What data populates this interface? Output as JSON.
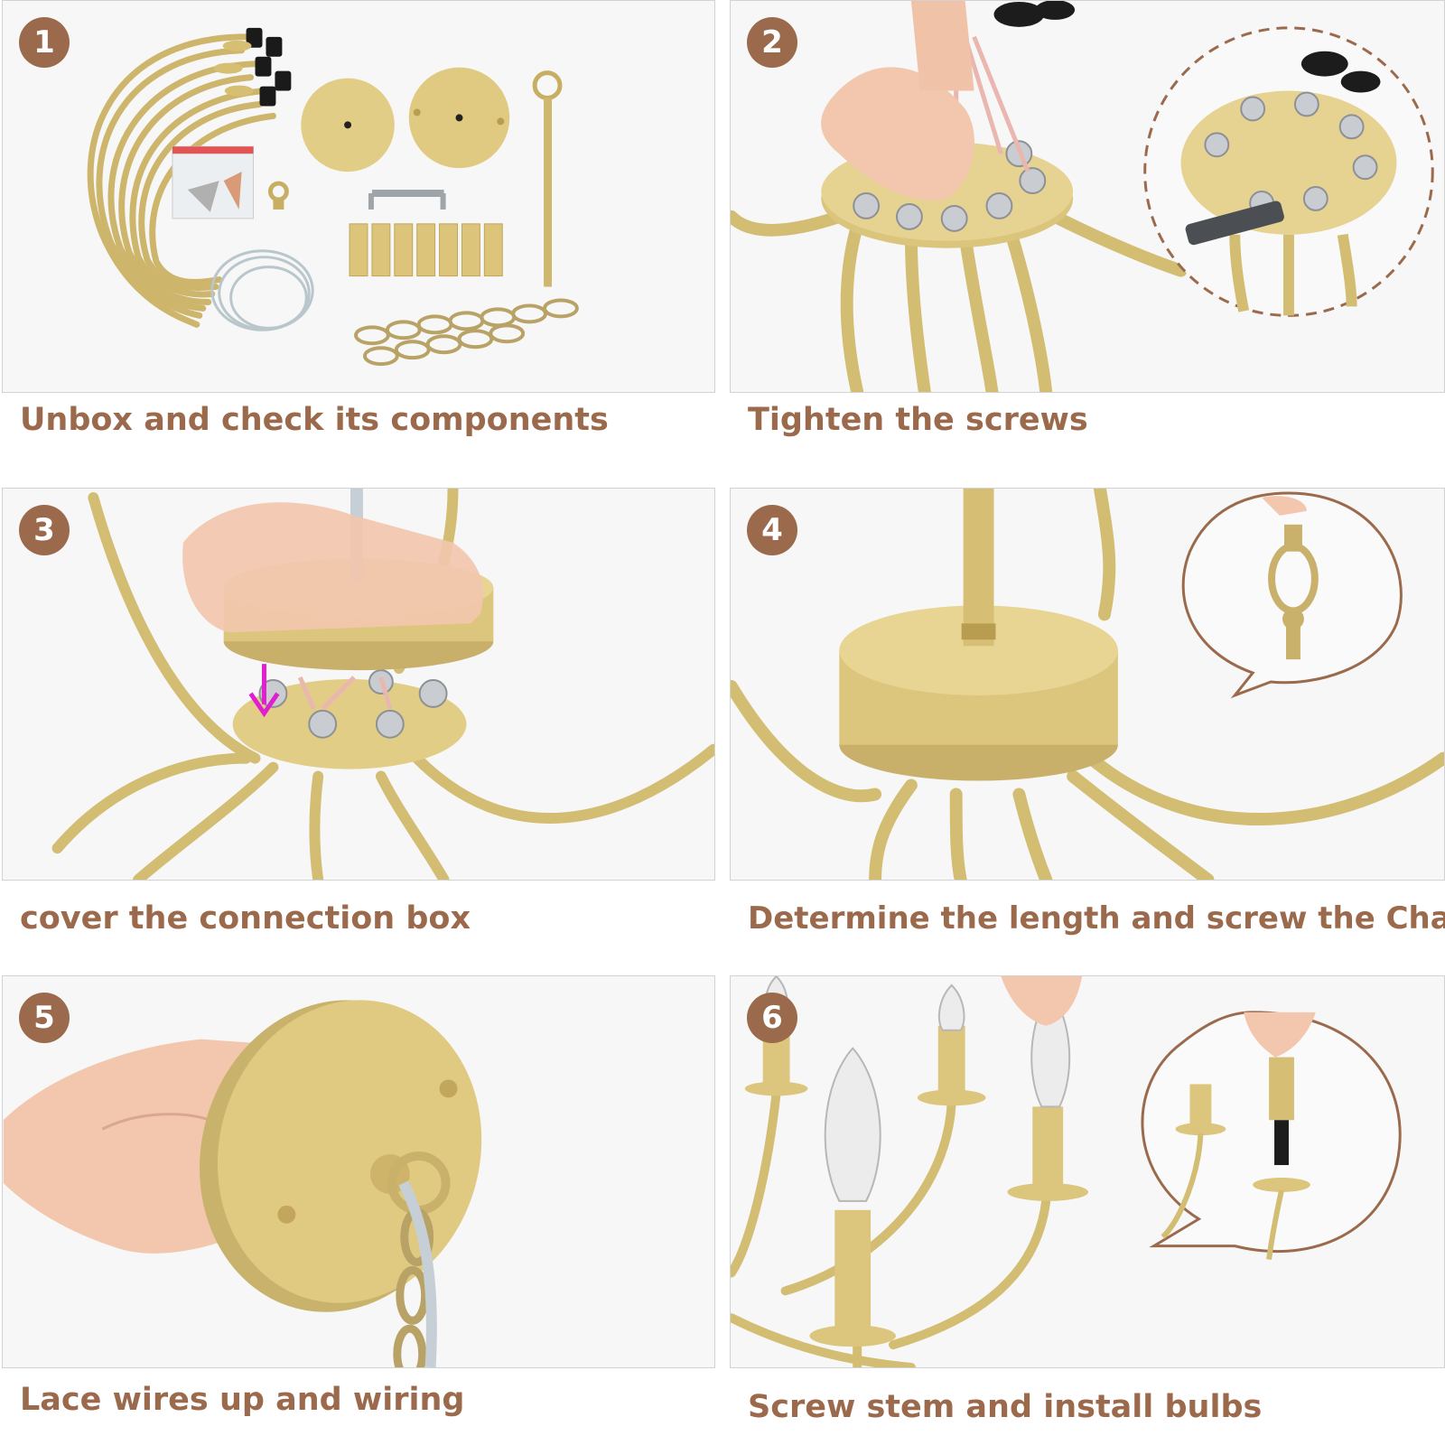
{
  "steps": [
    {
      "number": "1",
      "caption": "Unbox and check its components"
    },
    {
      "number": "2",
      "caption": "Tighten the screws"
    },
    {
      "number": "3",
      "caption": "cover the connection box"
    },
    {
      "number": "4",
      "caption": "Determine the length and screw the  Chain"
    },
    {
      "number": "5",
      "caption": "Lace wires up and wiring"
    },
    {
      "number": "6",
      "caption": "Screw stem and install bulbs"
    }
  ],
  "colors": {
    "accent": "#9b6a4c",
    "gold": "#d8c27a",
    "gold_dark": "#b89d50",
    "arrow": "#e020d0"
  },
  "icons": {
    "step_badge": "number-circle",
    "zoom_callout": "magnify-bubble",
    "pointer_arrow": "arrow-down"
  }
}
